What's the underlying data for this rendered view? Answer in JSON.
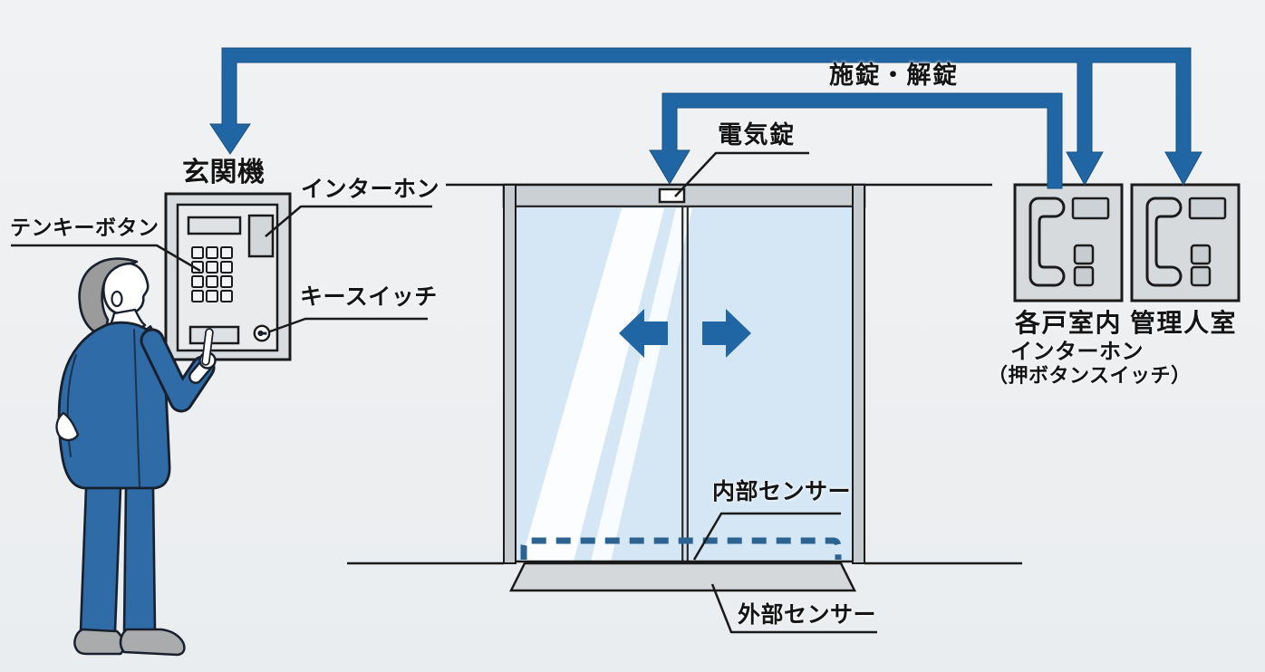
{
  "diagram_type": "automatic-entrance-door-intercom-system",
  "labels": {
    "entrance_unit": "玄関機",
    "intercom": "インターホン",
    "tenkey_button": "テンキーボタン",
    "key_switch": "キースイッチ",
    "electric_lock": "電気錠",
    "lock_unlock": "施錠・解錠",
    "inner_sensor": "内部センサー",
    "outer_sensor": "外部センサー",
    "each_unit_room": "各戸室内",
    "manager_room": "管理人室",
    "indoor_intercom": "インターホン",
    "push_button_switch": "（押ボタンスイッチ）"
  },
  "connections": [
    {
      "line": "call-line",
      "endpoints": [
        "玄関機",
        "各戸室内",
        "管理人室"
      ],
      "style": "blue-arrow"
    },
    {
      "line": "lock-unlock-line",
      "label": "施錠・解錠",
      "endpoints": [
        "電気錠",
        "各戸室内"
      ],
      "style": "blue-arrow"
    }
  ],
  "colors": {
    "background": "#edeff1",
    "connector_blue": "#2166a4",
    "glass_blue": "#d5e7f5",
    "frame_gray": "#c7ccd1",
    "sensor_dash_blue": "#2d6391",
    "suit_blue": "#2f6ba6",
    "hair_gray": "#9b9b9b",
    "shoe_gray": "#a9abad",
    "panel_gray": "#d9dcdf",
    "outline": "#1a1a1a"
  }
}
